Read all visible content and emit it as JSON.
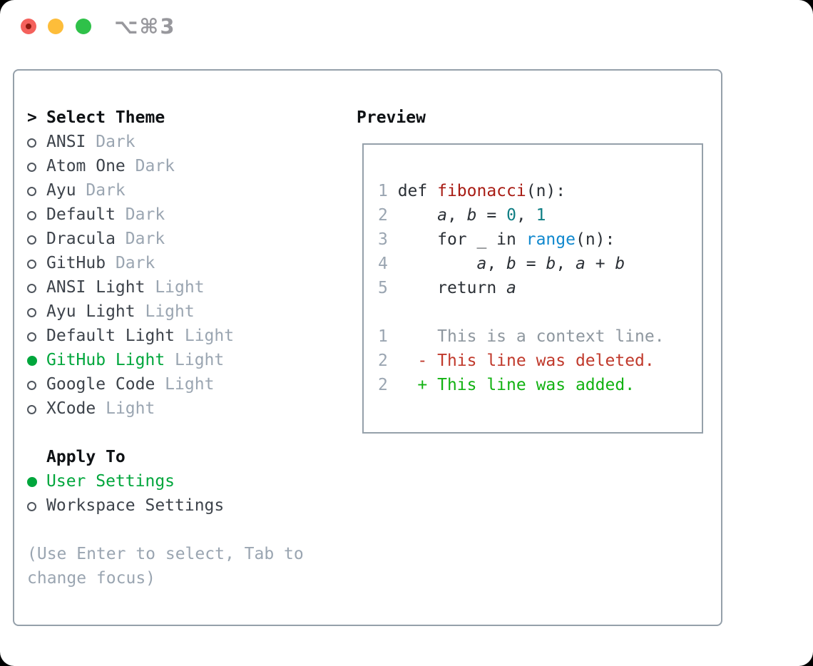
{
  "window": {
    "title": "⌥⌘3"
  },
  "colors": {
    "accent_green": "#00a63c",
    "item_text": "#3d434b",
    "muted": "#9aa5b1",
    "heading": "#0e1114",
    "border": "#95a0aa",
    "ring": "#50565e",
    "code_text": "#2b3036",
    "func_red": "#a81c14",
    "number_teal": "#0f7e84",
    "call_blue": "#1088ce",
    "line_num": "#9aa5b1",
    "diff_ctx": "#8e979f",
    "diff_del": "#c0392b",
    "diff_add": "#12b212",
    "title_gray": "#98989d",
    "tl_red": "#f4615c",
    "tl_red_dot": "#8d1a10",
    "tl_yellow": "#fdbd3a",
    "tl_green": "#2fc149"
  },
  "left": {
    "prompt": ">",
    "heading": "Select Theme",
    "themes": [
      {
        "label": "ANSI",
        "variant": "Dark",
        "selected": false
      },
      {
        "label": "Atom One",
        "variant": "Dark",
        "selected": false
      },
      {
        "label": "Ayu",
        "variant": "Dark",
        "selected": false
      },
      {
        "label": "Default",
        "variant": "Dark",
        "selected": false
      },
      {
        "label": "Dracula",
        "variant": "Dark",
        "selected": false
      },
      {
        "label": "GitHub",
        "variant": "Dark",
        "selected": false
      },
      {
        "label": "ANSI Light",
        "variant": "Light",
        "selected": false
      },
      {
        "label": "Ayu Light",
        "variant": "Light",
        "selected": false
      },
      {
        "label": "Default Light",
        "variant": "Light",
        "selected": false
      },
      {
        "label": "GitHub Light",
        "variant": "Light",
        "selected": true
      },
      {
        "label": "Google Code",
        "variant": "Light",
        "selected": false
      },
      {
        "label": "XCode",
        "variant": "Light",
        "selected": false
      }
    ],
    "apply_heading": "Apply To",
    "apply_options": [
      {
        "label": "User Settings",
        "selected": true
      },
      {
        "label": "Workspace Settings",
        "selected": false
      }
    ],
    "help_lines": [
      "(Use Enter to select, Tab to",
      "change focus)"
    ]
  },
  "preview": {
    "heading": "Preview",
    "lines": [
      [
        {
          "t": "1 ",
          "c": "lnum"
        },
        {
          "t": "def ",
          "c": "code"
        },
        {
          "t": "fibonacci",
          "c": "func"
        },
        {
          "t": "(n):",
          "c": "code"
        }
      ],
      [
        {
          "t": "2 ",
          "c": "lnum"
        },
        {
          "t": "    ",
          "c": "code"
        },
        {
          "t": "a",
          "c": "var"
        },
        {
          "t": ", ",
          "c": "code"
        },
        {
          "t": "b",
          "c": "var"
        },
        {
          "t": " = ",
          "c": "code"
        },
        {
          "t": "0",
          "c": "num"
        },
        {
          "t": ", ",
          "c": "code"
        },
        {
          "t": "1",
          "c": "num"
        }
      ],
      [
        {
          "t": "3 ",
          "c": "lnum"
        },
        {
          "t": "    for _ in ",
          "c": "code"
        },
        {
          "t": "range",
          "c": "call"
        },
        {
          "t": "(n):",
          "c": "code"
        }
      ],
      [
        {
          "t": "4 ",
          "c": "lnum"
        },
        {
          "t": "        ",
          "c": "code"
        },
        {
          "t": "a",
          "c": "var"
        },
        {
          "t": ", ",
          "c": "code"
        },
        {
          "t": "b",
          "c": "var"
        },
        {
          "t": " = ",
          "c": "code"
        },
        {
          "t": "b",
          "c": "var"
        },
        {
          "t": ", ",
          "c": "code"
        },
        {
          "t": "a",
          "c": "var"
        },
        {
          "t": " + ",
          "c": "code"
        },
        {
          "t": "b",
          "c": "var"
        }
      ],
      [
        {
          "t": "5 ",
          "c": "lnum"
        },
        {
          "t": "    return ",
          "c": "code"
        },
        {
          "t": "a",
          "c": "var"
        }
      ],
      [],
      [
        {
          "t": "1 ",
          "c": "lnum"
        },
        {
          "t": "    This is a context line.",
          "c": "ctx"
        }
      ],
      [
        {
          "t": "2 ",
          "c": "lnum"
        },
        {
          "t": "  - This line was deleted.",
          "c": "del"
        }
      ],
      [
        {
          "t": "2 ",
          "c": "lnum"
        },
        {
          "t": "  + This line was added.",
          "c": "add"
        }
      ]
    ]
  }
}
